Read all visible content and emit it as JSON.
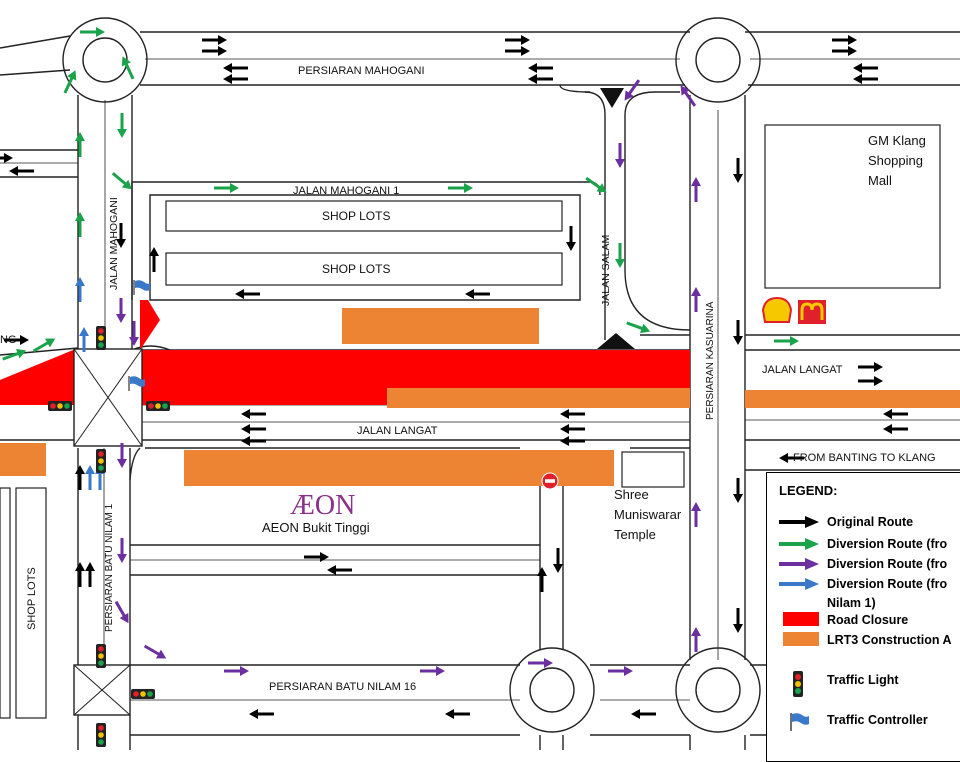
{
  "streets": {
    "persiaran_mahogani": "PERSIARAN MAHOGANI",
    "jalan_mahogani_1": "JALAN MAHOGANI 1",
    "jalan_mahogani": "JALAN MAHOGANI",
    "jalan_salam": "JALAN SALAM",
    "persiaran_kasuarina": "PERSIARAN KASUARINA",
    "jalan_langat_main": "JALAN LANGAT",
    "jalan_langat_east": "JALAN LANGAT",
    "jalan_langat_west": "NG",
    "persiaran_batu_nilam_1": "PERSIARAN BATU NILAM 1",
    "persiaran_batu_nilam_16": "PERSIARAN BATU NILAM 16",
    "from_banting": "FROM BANTING TO KLANG"
  },
  "places": {
    "shop_lots_1": "SHOP LOTS",
    "shop_lots_2": "SHOP LOTS",
    "shop_lots_3": "SHOP LOTS",
    "gm_mall": "GM Klang\nShopping\nMall",
    "aeon_logo": "ÆON",
    "aeon": "AEON Bukit Tinggi",
    "temple": "Shree\nMuniswarar\nTemple"
  },
  "legend": {
    "title": "LEGEND:",
    "items": [
      {
        "label": "Original Route",
        "color": "#000000",
        "icon": "black-arrow"
      },
      {
        "label": "Diversion Route (fro",
        "color": "#1aa34a",
        "icon": "green-arrow"
      },
      {
        "label": "Diversion Route (fro",
        "color": "#6b2fa0",
        "icon": "purple-arrow"
      },
      {
        "label": "Diversion Route (fro\nNilam 1)",
        "color": "#3a78c9",
        "icon": "blue-arrow"
      },
      {
        "label": "Road Closure",
        "color": "#ff0000",
        "icon": "red-bar"
      },
      {
        "label": "LRT3 Construction A",
        "color": "#ec8433",
        "icon": "orange-bar"
      },
      {
        "label": "Traffic Light",
        "color": "#000000",
        "icon": "traffic-light-icon"
      },
      {
        "label": "Traffic Controller",
        "color": "#3a78c9",
        "icon": "traffic-controller-flag-icon"
      }
    ]
  },
  "colors": {
    "road_closure": "#ff0000",
    "lrt3": "#ec8433",
    "green": "#1aa34a",
    "purple": "#6b2fa0",
    "blue": "#3a78c9",
    "black": "#000000"
  }
}
